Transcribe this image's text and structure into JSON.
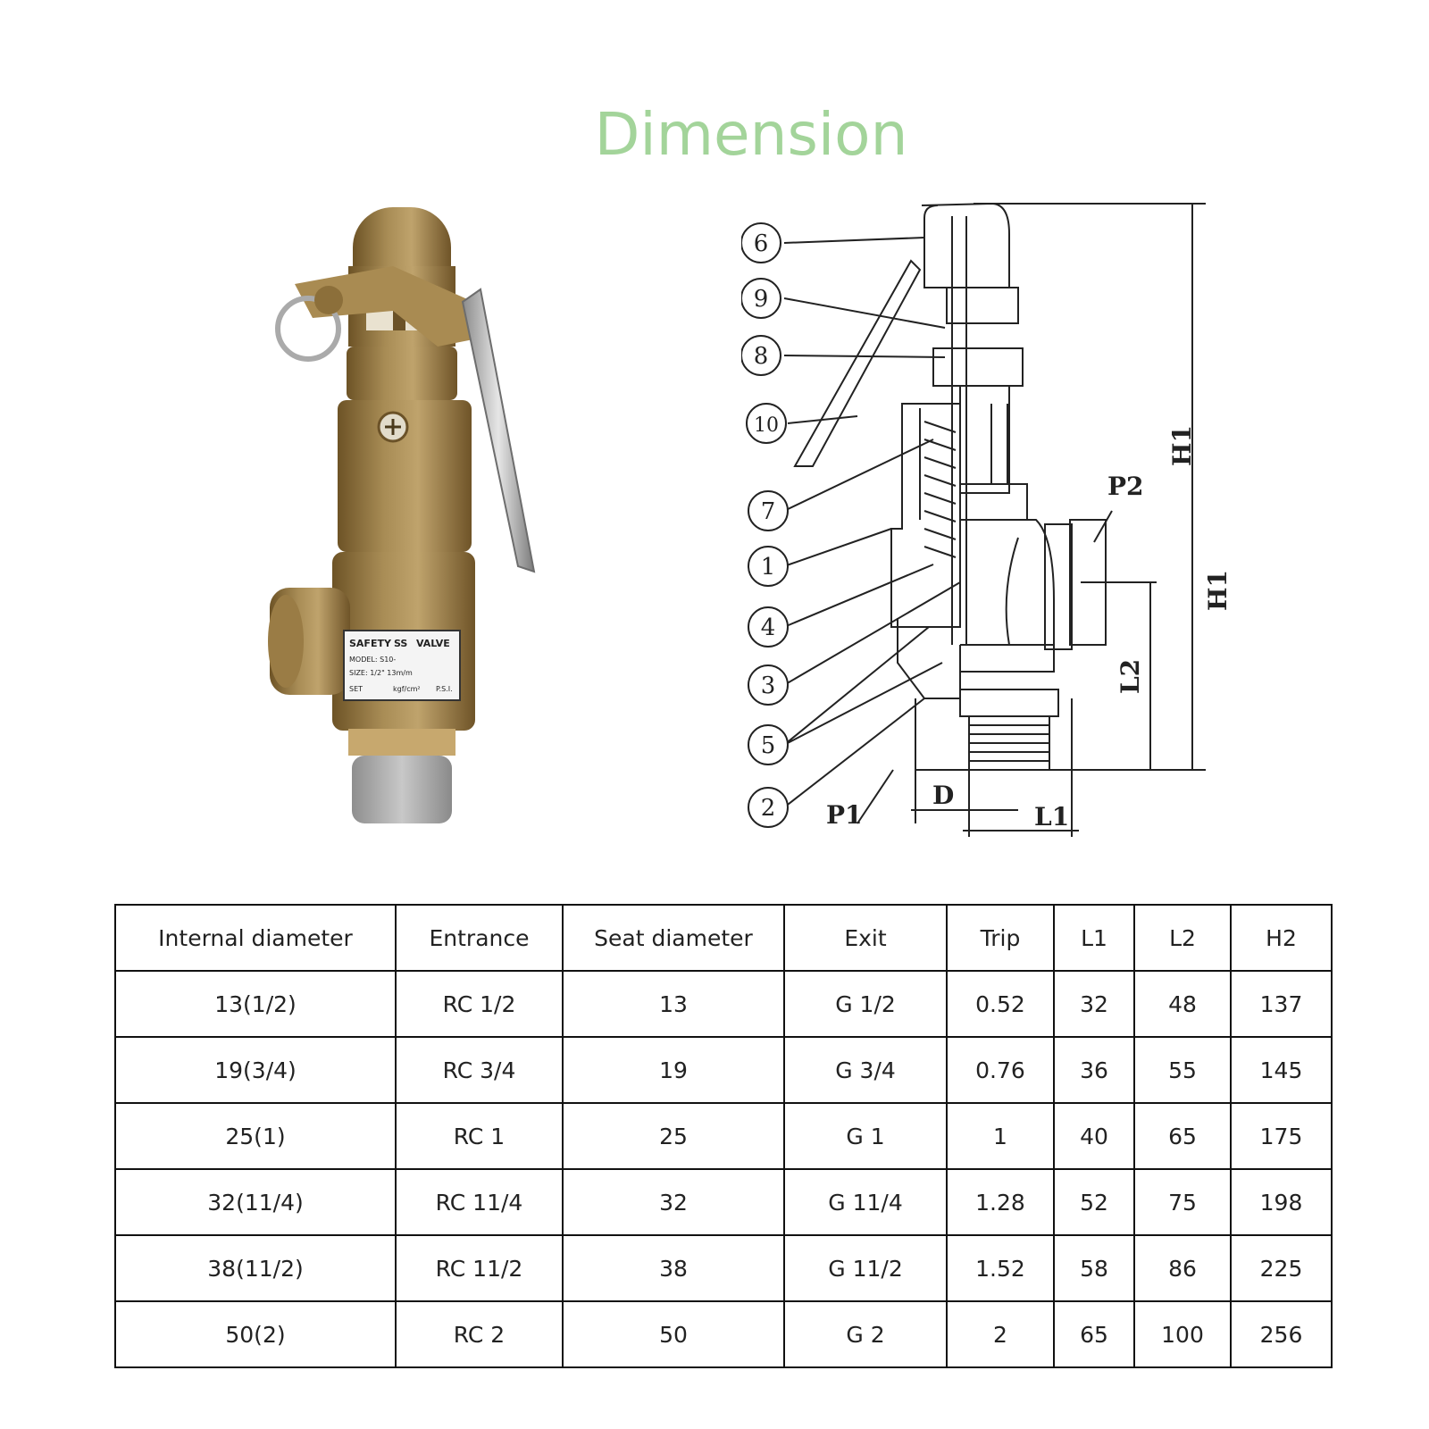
{
  "title": "Dimension",
  "colors": {
    "title": "#a3d49a",
    "brass": "#a4864e",
    "ink": "#222222"
  },
  "product": {
    "nameplate": [
      "SAFETY",
      "SS",
      "VALVE",
      "MODEL: S10-",
      "SIZE: 1/2\"  13m/m",
      "SET",
      "kgf/cm²",
      "P.S.I."
    ]
  },
  "drawing": {
    "callouts": [
      "6",
      "9",
      "8",
      "10",
      "7",
      "1",
      "4",
      "3",
      "5",
      "2"
    ],
    "labels": {
      "p1": "P1",
      "p2": "P2",
      "d": "D",
      "l1": "L1",
      "l2": "L2",
      "h1_upper": "H1",
      "h1_lower": "H1"
    }
  },
  "table": {
    "headers": [
      "Internal diameter",
      "Entrance",
      "Seat diameter",
      "Exit",
      "Trip",
      "L1",
      "L2",
      "H2"
    ],
    "rows": [
      [
        "13(1/2)",
        "RC 1/2",
        "13",
        "G 1/2",
        "0.52",
        "32",
        "48",
        "137"
      ],
      [
        "19(3/4)",
        "RC 3/4",
        "19",
        "G 3/4",
        "0.76",
        "36",
        "55",
        "145"
      ],
      [
        "25(1)",
        "RC 1",
        "25",
        "G 1",
        "1",
        "40",
        "65",
        "175"
      ],
      [
        "32(11/4)",
        "RC 11/4",
        "32",
        "G 11/4",
        "1.28",
        "52",
        "75",
        "198"
      ],
      [
        "38(11/2)",
        "RC 11/2",
        "38",
        "G 11/2",
        "1.52",
        "58",
        "86",
        "225"
      ],
      [
        "50(2)",
        "RC 2",
        "50",
        "G 2",
        "2",
        "65",
        "100",
        "256"
      ]
    ]
  }
}
